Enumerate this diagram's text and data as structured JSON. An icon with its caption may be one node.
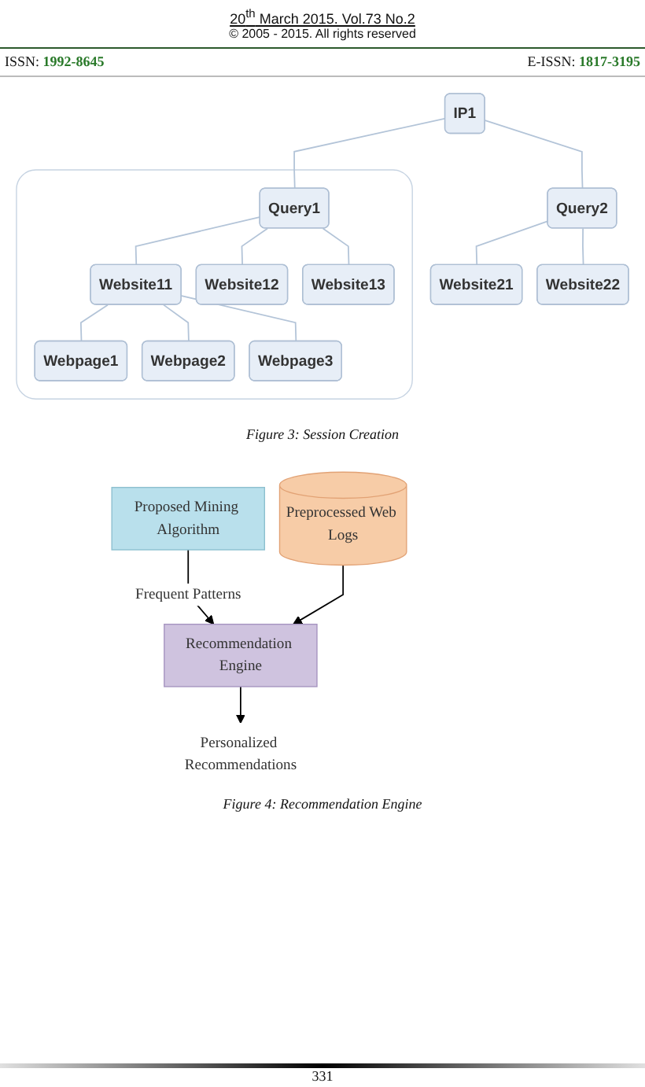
{
  "diagram": {
    "nodes": [
      {
        "text": [
          "IP1"
        ]
      },
      {
        "text": [],
        "shape": "box"
      },
      {
        "text": [
          "Query1"
        ],
        "in": 1
      },
      {
        "text": [
          "Query2"
        ]
      },
      {
        "text": [
          "Website11"
        ],
        "in": 1
      },
      {
        "text": [
          "Website12"
        ],
        "in": 1
      },
      {
        "text": [
          "Website13"
        ],
        "in": 1
      },
      {
        "text": [
          "Website21"
        ]
      },
      {
        "text": [
          "Website22"
        ]
      },
      {
        "text": [
          "Webpage1"
        ],
        "in": 1
      },
      {
        "text": [
          "Webpage2"
        ],
        "in": 1
      },
      {
        "text": [
          "Webpage3"
        ],
        "in": 1
      },
      {
        "text": [
          "Proposed Mining Algorithm"
        ]
      },
      {
        "text": [
          "Recommendation Engine"
        ]
      },
      {
        "text": [
          "Preprocessed Web Logs"
        ]
      },
      {
        "text": [
          "Personalized Recommendations"
        ]
      }
    ],
    "edges": [
      {
        "from": 0,
        "to": 2,
        "arrow": "none"
      },
      {
        "from": 0,
        "to": 3,
        "arrow": "none"
      },
      {
        "from": 2,
        "to": 4,
        "arrow": "none"
      },
      {
        "from": 2,
        "to": 5,
        "arrow": "none"
      },
      {
        "from": 2,
        "to": 6,
        "arrow": "none"
      },
      {
        "from": 3,
        "to": 7,
        "arrow": "none"
      },
      {
        "from": 3,
        "to": 8,
        "arrow": "none"
      },
      {
        "from": 4,
        "to": 9,
        "arrow": "none"
      },
      {
        "from": 4,
        "to": 10,
        "arrow": "none"
      },
      {
        "from": 4,
        "to": 11,
        "arrow": "none"
      },
      {
        "from": 12,
        "to": 13,
        "arrow": "to",
        "label": "Frequent Patterns",
        "color": "#000000"
      },
      {
        "from": 14,
        "to": 13,
        "arrow": "to",
        "color": "#000000"
      },
      {
        "from": 13,
        "to": 15,
        "arrow": "to",
        "color": "#000000"
      }
    ],
    "labels": [
      "20$^{th}$ March 2015. Vol.73 No.2",
      "© 2005 - 2015. All rights reserved",
      "ISSN: 1992-8645",
      "E-ISSN: 1817-3195",
      "Figure 3: Session Creation",
      "Figure 4: Recommendation Engine",
      "331"
    ]
  }
}
